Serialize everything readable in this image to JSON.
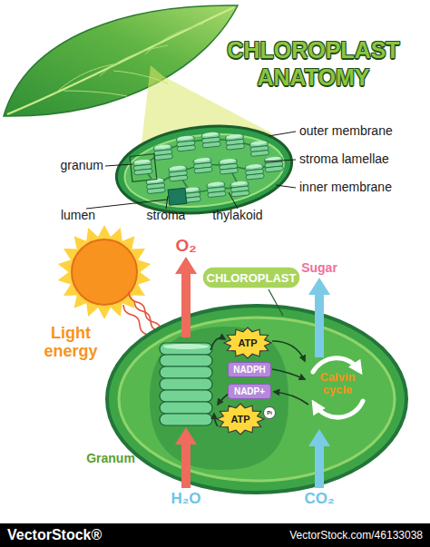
{
  "diagram": {
    "title": "CHLOROPLAST ANATOMY",
    "nodes": [
      {
        "text": [
          "CHLOROPLAST"
        ]
      },
      {
        "text": [
          "ATP"
        ]
      },
      {
        "text": [
          "NADPH"
        ]
      },
      {
        "text": [
          "NADP+"
        ]
      },
      {
        "text": [
          "ATP"
        ]
      },
      {
        "text": [
          "Pi"
        ]
      }
    ],
    "labels": [
      "outer membrane",
      "stroma lamellae",
      "granum",
      "inner membrane",
      "lumen",
      "stroma",
      "thylakoid",
      "O₂",
      "Sugar",
      "Light energy",
      "Calvin cycle",
      "Granum",
      "H₂O",
      "CO₂",
      "VectorStock®",
      "VectorStock.com/46133038"
    ]
  }
}
